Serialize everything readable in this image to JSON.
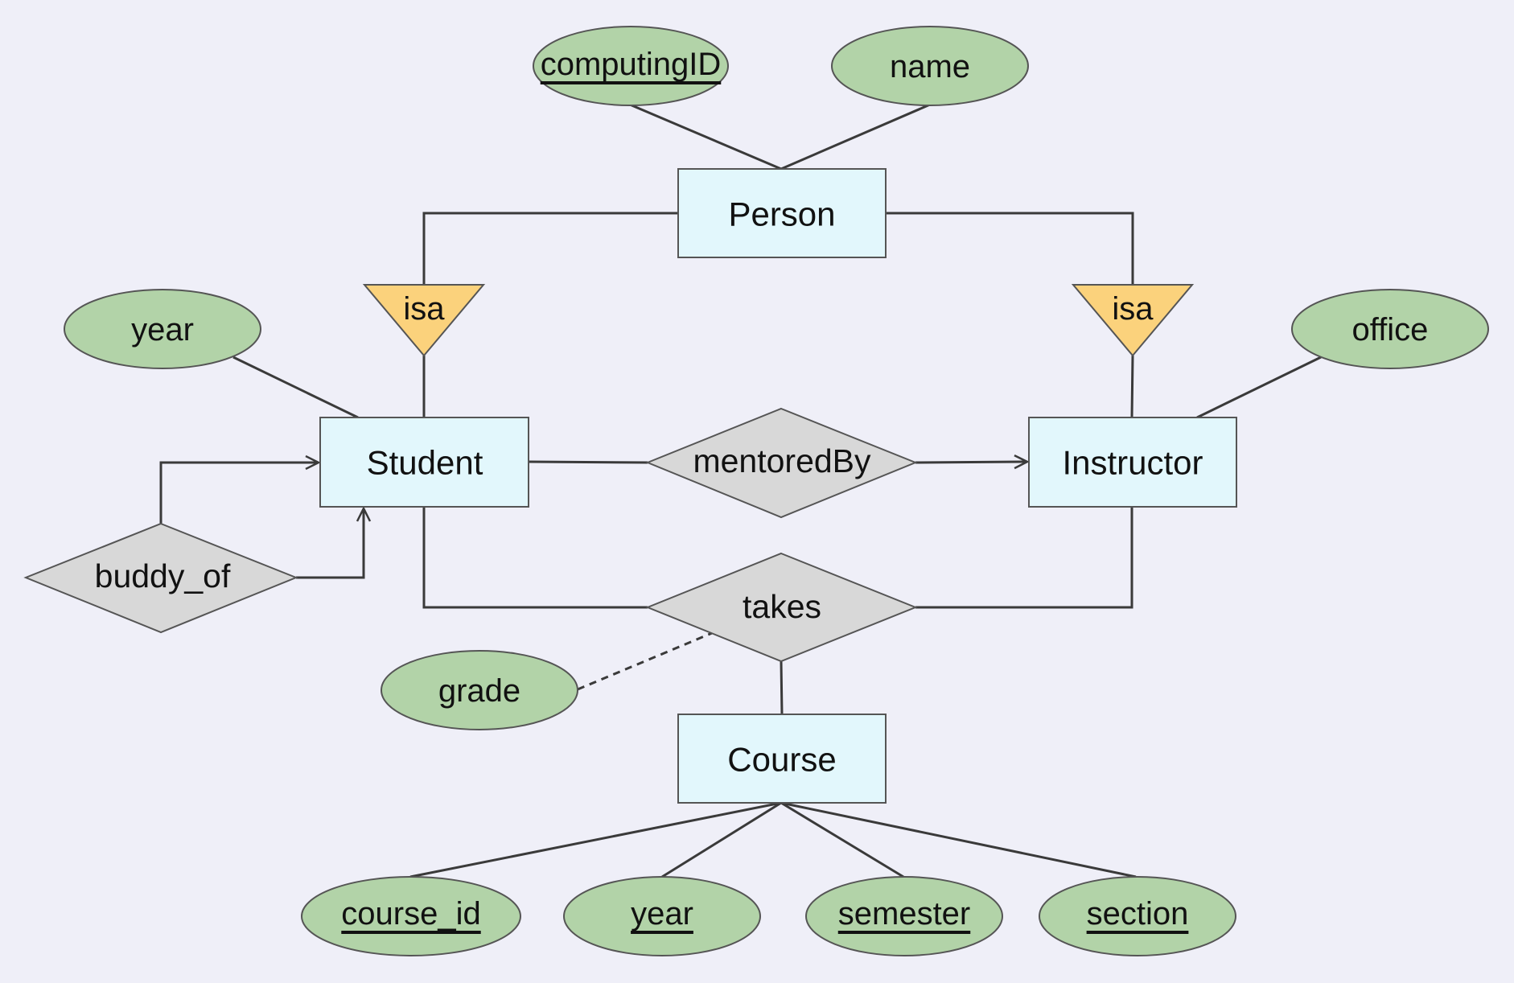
{
  "entities": {
    "person": "Person",
    "student": "Student",
    "instructor": "Instructor",
    "course": "Course"
  },
  "relationships": {
    "mentored_by": "mentoredBy",
    "takes": "takes",
    "buddy_of": "buddy_of"
  },
  "isa": {
    "student_isa": "isa",
    "instructor_isa": "isa"
  },
  "attributes": {
    "person_computing_id": "computingID",
    "person_name": "name",
    "student_year": "year",
    "instructor_office": "office",
    "takes_grade": "grade",
    "course_id": "course_id",
    "course_year": "year",
    "course_semester": "semester",
    "course_section": "section"
  },
  "colors": {
    "background": "#efeff8",
    "entity_fill": "#e2f7fc",
    "attribute_fill": "#b2d3a8",
    "relationship_fill": "#d8d8d8",
    "isa_fill": "#fbd27c",
    "line": "#3a3a3a"
  }
}
